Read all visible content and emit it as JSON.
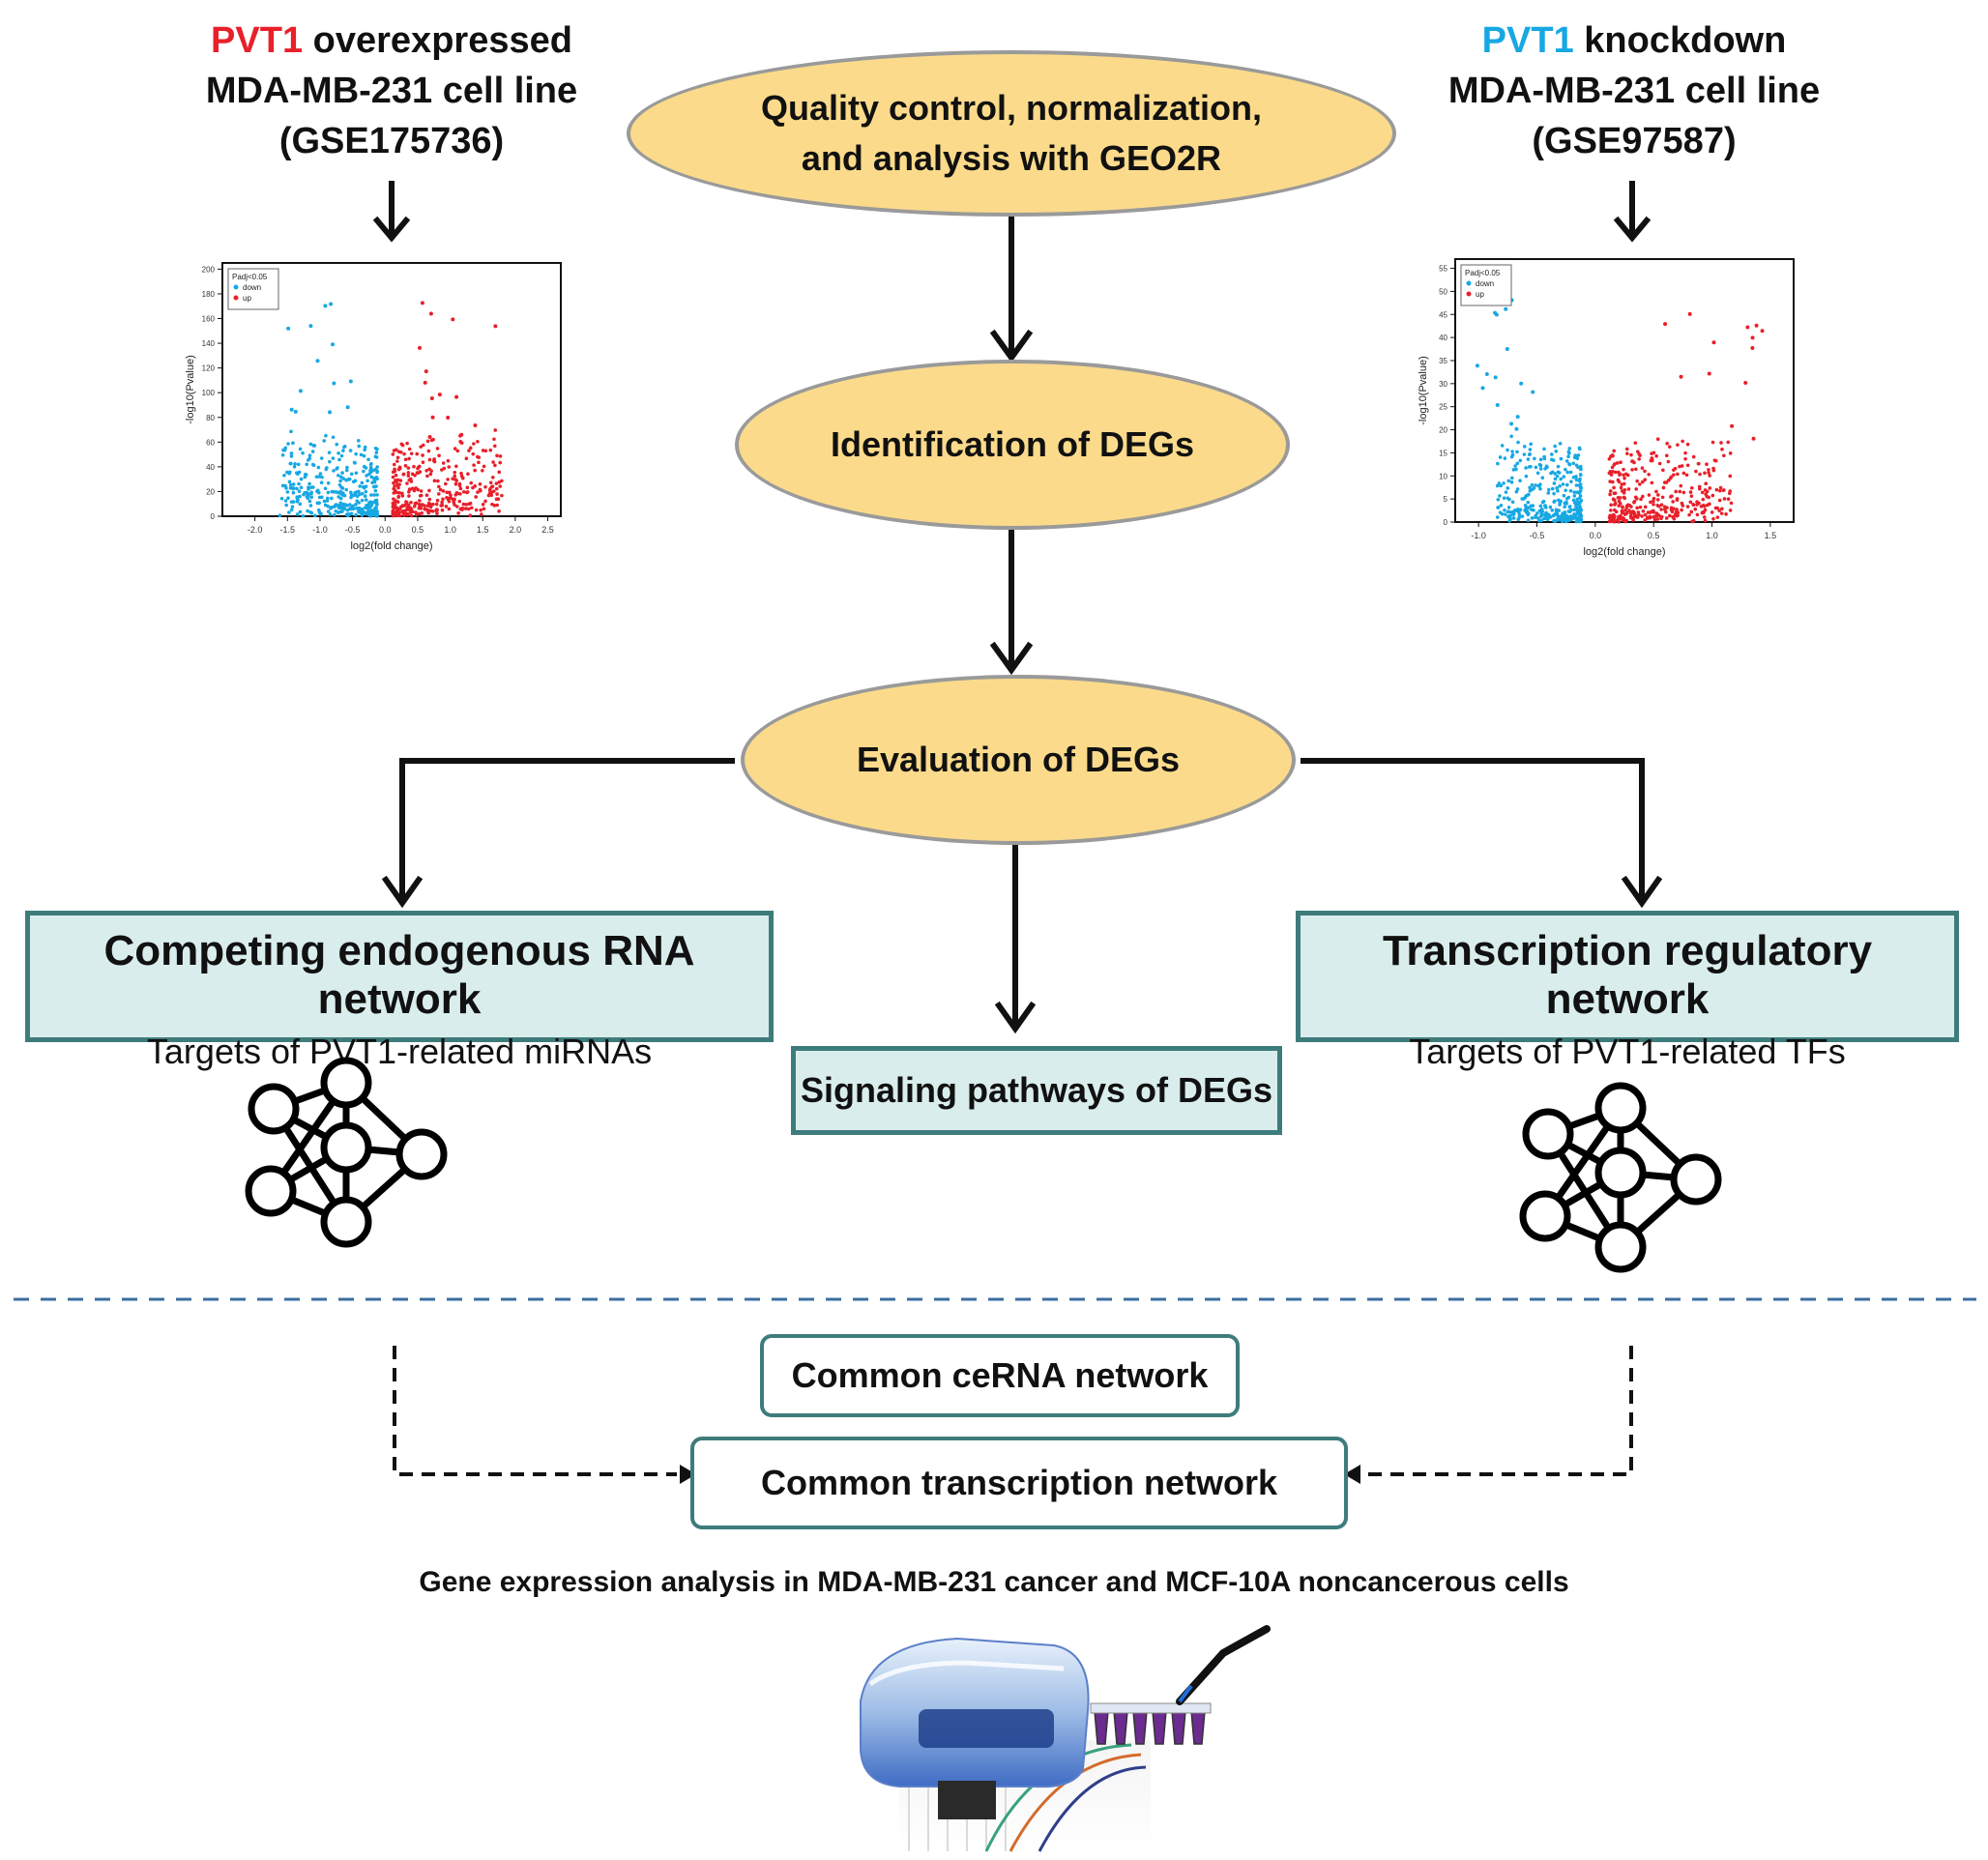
{
  "left_dataset": {
    "gene": "PVT1",
    "condition": "overexpressed",
    "line2": "MDA-MB-231 cell line",
    "line3": "(GSE175736)"
  },
  "right_dataset": {
    "gene": "PVT1",
    "condition": "knockdown",
    "line2": "MDA-MB-231 cell line",
    "line3": "(GSE97587)"
  },
  "steps": {
    "qc_line1": "Quality control, normalization,",
    "qc_line2": "and analysis with GEO2R",
    "identification": "Identification of DEGs",
    "evaluation": "Evaluation of DEGs"
  },
  "networks": {
    "cerna_title": "Competing endogenous RNA network",
    "cerna_sub": "Targets of PVT1-related miRNAs",
    "trn_title": "Transcription regulatory network",
    "trn_sub": "Targets of PVT1-related TFs",
    "signaling": "Signaling pathways of DEGs"
  },
  "common": {
    "cerna": "Common ceRNA network",
    "transcription": "Common transcription network"
  },
  "caption": "Gene expression analysis in MDA-MB-231 cancer and MCF-10A noncancerous cells",
  "colors": {
    "ellipse_fill": "#fbdb8b",
    "box_fill": "#d9edec",
    "box_border": "#3e7c7b",
    "up": "#e8202a",
    "down": "#17a8e3",
    "divider": "#3b6fa0"
  },
  "chart_data": [
    {
      "type": "scatter",
      "xlabel": "log2(fold change)",
      "ylabel": "-log10(Pvalue)",
      "legend_title": "Padj<0.05",
      "legend_position": "top-left",
      "series": [
        {
          "name": "down"
        },
        {
          "name": "up"
        }
      ],
      "xlim": [
        -2.5,
        2.7
      ],
      "ylim": [
        0,
        205
      ],
      "x_ticks": [
        -2.0,
        -1.5,
        -1.0,
        -0.5,
        0.0,
        0.5,
        1.0,
        1.5,
        2.0,
        2.5
      ],
      "y_ticks": [
        0,
        20,
        40,
        60,
        80,
        100,
        120,
        140,
        160,
        180,
        200
      ]
    },
    {
      "type": "scatter",
      "xlabel": "log2(fold change)",
      "ylabel": "-log10(Pvalue)",
      "legend_title": "Padj<0.05",
      "legend_position": "top-left",
      "series": [
        {
          "name": "down"
        },
        {
          "name": "up"
        }
      ],
      "xlim": [
        -1.2,
        1.7
      ],
      "ylim": [
        0,
        57
      ],
      "x_ticks": [
        -1.0,
        -0.5,
        0.0,
        0.5,
        1.0,
        1.5
      ],
      "y_ticks": [
        0,
        5,
        10,
        15,
        20,
        25,
        30,
        35,
        40,
        45,
        50,
        55
      ]
    }
  ]
}
